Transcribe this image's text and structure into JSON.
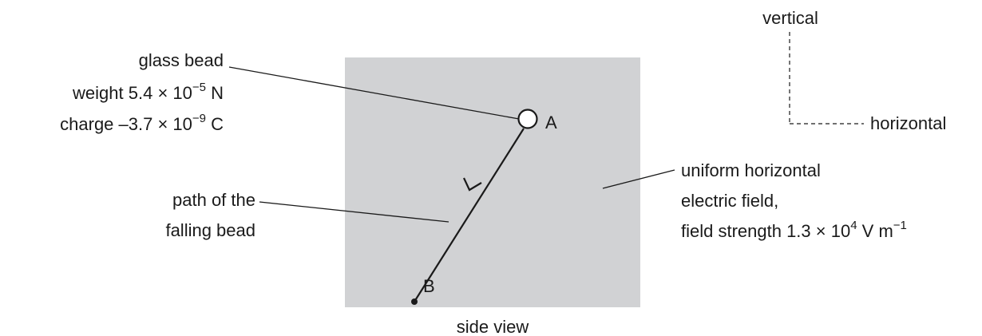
{
  "labels": {
    "vertical": "vertical",
    "horizontal": "horizontal",
    "bead": {
      "name": "glass bead",
      "weight_prefix": "weight 5.4 × 10",
      "weight_exp": "−5",
      "weight_unit": " N",
      "charge_prefix": "charge –3.7 × 10",
      "charge_exp": "−9",
      "charge_unit": " C"
    },
    "point_a": "A",
    "point_b": "B",
    "path_line1": "path of the",
    "path_line2": "falling bead",
    "field_line1": "uniform horizontal",
    "field_line2": "electric field,",
    "field_line3_prefix": "field strength 1.3 × 10",
    "field_line3_exp": "4",
    "field_line3_unit": " V m",
    "field_line3_unit_exp": "−1",
    "caption": "side view"
  },
  "colors": {
    "field_region": "#d1d2d4",
    "ink": "#1a1a1a"
  }
}
